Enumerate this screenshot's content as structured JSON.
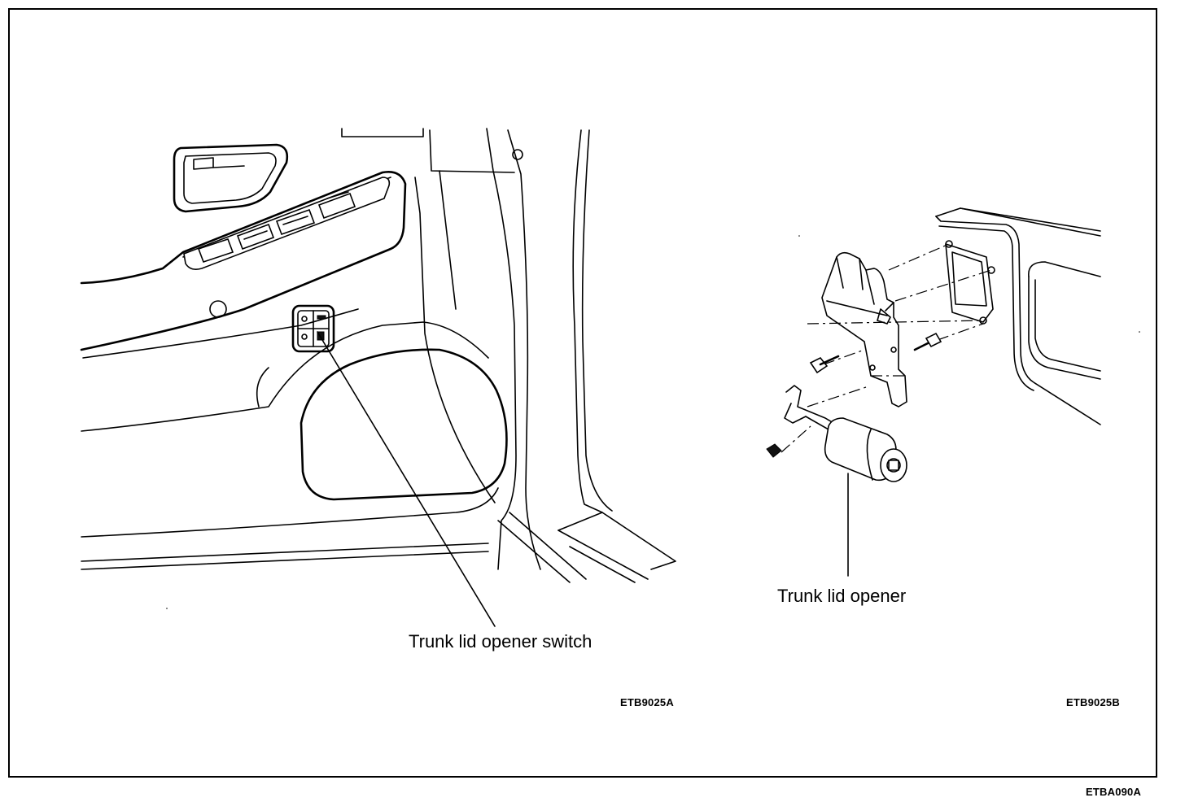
{
  "labels": {
    "switch_label": "Trunk lid opener switch",
    "opener_label": "Trunk lid opener"
  },
  "codes": {
    "left_figure": "ETB9025A",
    "right_figure": "ETB9025B",
    "sheet": "ETBA090A"
  }
}
